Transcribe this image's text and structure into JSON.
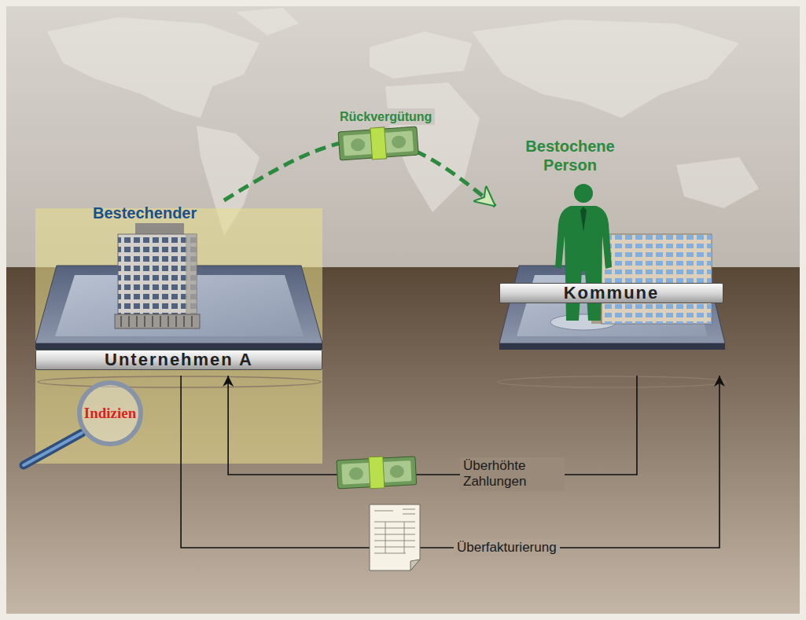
{
  "diagram": {
    "nodes": [
      {
        "text": [
          "Bestechender",
          "Unternehmen A"
        ]
      },
      {
        "text": [
          "Bestochene Person",
          "Kommune"
        ]
      },
      {
        "text": [
          "Indizien"
        ]
      }
    ],
    "edges": [
      {
        "from": 0,
        "to": 1,
        "arrow": "to",
        "label": "Rückvergütung"
      },
      {
        "from": 1,
        "to": 0,
        "arrow": "to",
        "label": "Überhöhte Zahlungen"
      },
      {
        "from": 0,
        "to": 1,
        "arrow": "to",
        "label": "Überfakturierung"
      }
    ]
  }
}
